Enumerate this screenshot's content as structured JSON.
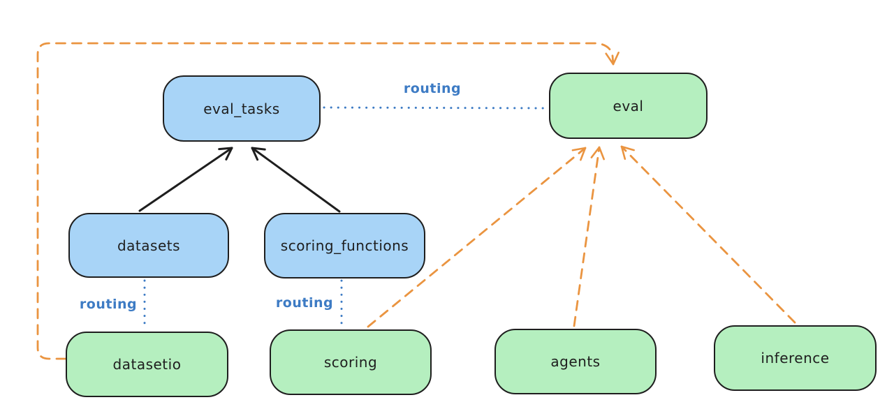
{
  "colors": {
    "background": "#ffffff",
    "node_blue_fill": "#a8d4f7",
    "node_green_fill": "#b5efbf",
    "node_border": "#1e1e1e",
    "node_text": "#1e1e1e",
    "edge_black": "#1e1e1e",
    "edge_blue_dotted": "#3d7bc4",
    "edge_orange_dashed": "#ea9440",
    "routing_label_color": "#3d7bc4"
  },
  "nodes": [
    {
      "id": "eval_tasks",
      "label": "eval_tasks",
      "color_role": "blue"
    },
    {
      "id": "eval",
      "label": "eval",
      "color_role": "green"
    },
    {
      "id": "datasets",
      "label": "datasets",
      "color_role": "blue"
    },
    {
      "id": "scoring_functions",
      "label": "scoring_functions",
      "color_role": "blue"
    },
    {
      "id": "datasetio",
      "label": "datasetio",
      "color_role": "green"
    },
    {
      "id": "scoring",
      "label": "scoring",
      "color_role": "green"
    },
    {
      "id": "agents",
      "label": "agents",
      "color_role": "green"
    },
    {
      "id": "inference",
      "label": "inference",
      "color_role": "green"
    }
  ],
  "edges": [
    {
      "from": "datasets",
      "to": "eval_tasks",
      "style": "solid-black-arrow",
      "label": ""
    },
    {
      "from": "scoring_functions",
      "to": "eval_tasks",
      "style": "solid-black-arrow",
      "label": ""
    },
    {
      "from": "eval_tasks",
      "to": "eval",
      "style": "dotted-blue",
      "label": "routing"
    },
    {
      "from": "datasets",
      "to": "datasetio",
      "style": "dotted-blue",
      "label": "routing"
    },
    {
      "from": "scoring_functions",
      "to": "scoring",
      "style": "dotted-blue",
      "label": "routing"
    },
    {
      "from": "datasetio",
      "to": "eval",
      "style": "dashed-orange-arrow",
      "label": ""
    },
    {
      "from": "scoring",
      "to": "eval",
      "style": "dashed-orange-arrow",
      "label": ""
    },
    {
      "from": "agents",
      "to": "eval",
      "style": "dashed-orange-arrow",
      "label": ""
    },
    {
      "from": "inference",
      "to": "eval",
      "style": "dashed-orange-arrow",
      "label": ""
    }
  ]
}
